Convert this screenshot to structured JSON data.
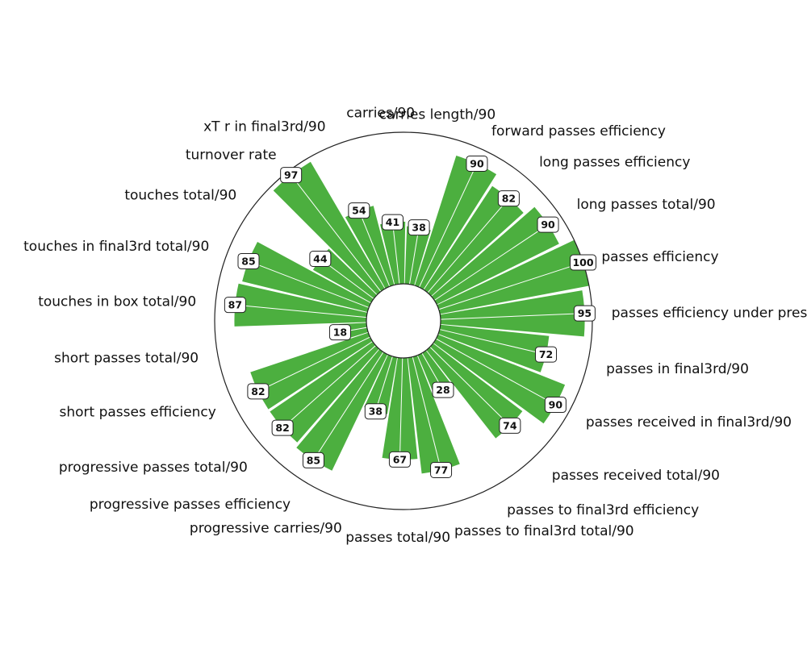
{
  "chart_data": {
    "type": "radial-bar",
    "range": [
      0,
      100
    ],
    "bar_color": "#4caf3f",
    "categories": [
      "carries/90",
      "carries length/90",
      "forward passes efficiency",
      "long passes efficiency",
      "long passes total/90",
      "passes efficiency",
      "passes efficiency under pressu",
      "passes in final3rd/90",
      "passes received in final3rd/90",
      "passes received total/90",
      "passes to final3rd efficiency",
      "passes to final3rd total/90",
      "passes total/90",
      "progressive carries/90",
      "progressive passes efficiency",
      "progressive passes total/90",
      "short passes efficiency",
      "short passes total/90",
      "touches in box total/90",
      "touches in final3rd total/90",
      "touches total/90",
      "turnover rate",
      "xT r in final3rd/90"
    ],
    "values": [
      41,
      38,
      90,
      82,
      90,
      100,
      95,
      72,
      90,
      74,
      28,
      77,
      67,
      38,
      85,
      82,
      82,
      18,
      87,
      85,
      44,
      97,
      54
    ]
  }
}
